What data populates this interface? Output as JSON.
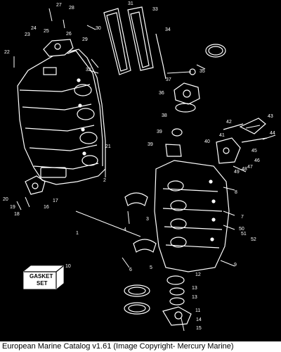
{
  "caption": "European Marine Catalog v1.61 (Image Copyright- Mercury Marine)",
  "gasket_box": {
    "line1": "GASKET",
    "line2": "SET"
  },
  "callouts": [
    "1",
    "2",
    "3",
    "4",
    "5",
    "6",
    "7",
    "8",
    "9",
    "10",
    "11",
    "12",
    "13",
    "13",
    "14",
    "15",
    "16",
    "17",
    "18",
    "19",
    "20",
    "21",
    "22",
    "23",
    "24",
    "25",
    "26",
    "27",
    "28",
    "29",
    "30",
    "31",
    "32",
    "33",
    "34",
    "35",
    "36",
    "37",
    "38",
    "39",
    "39",
    "40",
    "41",
    "42",
    "43",
    "44",
    "45",
    "46",
    "47",
    "48",
    "49",
    "50",
    "51",
    "52"
  ]
}
